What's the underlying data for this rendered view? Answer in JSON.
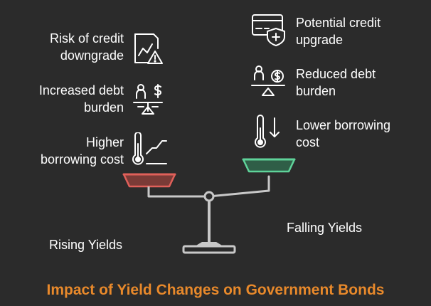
{
  "title": "Impact of Yield Changes on Government Bonds",
  "left_side": {
    "label": "Rising Yields",
    "items": [
      {
        "lines": [
          "Risk of credit",
          "downgrade"
        ],
        "icon": "chart-warning-icon"
      },
      {
        "lines": [
          "Increased debt",
          "burden"
        ],
        "icon": "person-scale-dollar-icon"
      },
      {
        "lines": [
          "Higher",
          "borrowing cost"
        ],
        "icon": "thermometer-rising-icon"
      }
    ]
  },
  "right_side": {
    "label": "Falling Yields",
    "items": [
      {
        "lines": [
          "Potential credit",
          "upgrade"
        ],
        "icon": "credit-card-shield-icon"
      },
      {
        "lines": [
          "Reduced debt",
          "burden"
        ],
        "icon": "person-dollar-scale-icon"
      },
      {
        "lines": [
          "Lower borrowing",
          "cost"
        ],
        "icon": "thermometer-down-icon"
      }
    ]
  },
  "colors": {
    "background": "#2b2b2b",
    "title": "#e8892b",
    "rising_pan": "#e0605a",
    "falling_pan": "#5fd39a",
    "scale": "#c8c8c8"
  }
}
